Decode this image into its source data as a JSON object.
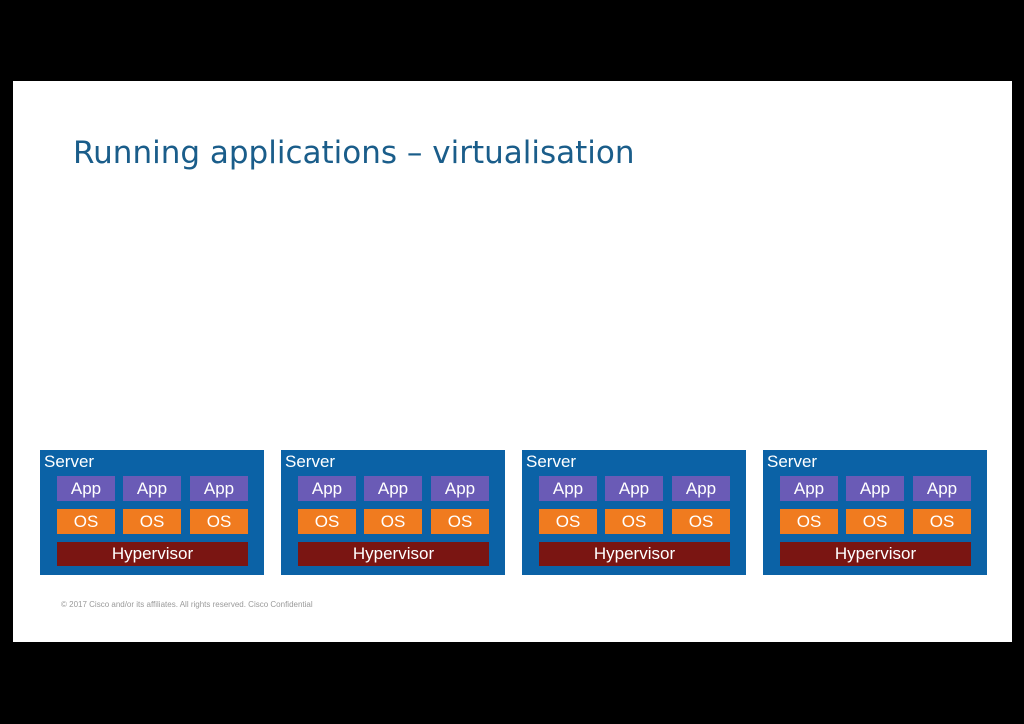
{
  "slide": {
    "title": "Running applications – virtualisation",
    "footer": "© 2017  Cisco and/or its affiliates. All rights reserved.   Cisco Confidential"
  },
  "colors": {
    "title": "#1a5d8a",
    "server": "#0b62a6",
    "app": "#6a5bb6",
    "os": "#f07b1f",
    "hypervisor": "#7a1512"
  },
  "servers": [
    {
      "label": "Server",
      "apps": [
        "App",
        "App",
        "App"
      ],
      "oses": [
        "OS",
        "OS",
        "OS"
      ],
      "hypervisor": "Hypervisor"
    },
    {
      "label": "Server",
      "apps": [
        "App",
        "App",
        "App"
      ],
      "oses": [
        "OS",
        "OS",
        "OS"
      ],
      "hypervisor": "Hypervisor"
    },
    {
      "label": "Server",
      "apps": [
        "App",
        "App",
        "App"
      ],
      "oses": [
        "OS",
        "OS",
        "OS"
      ],
      "hypervisor": "Hypervisor"
    },
    {
      "label": "Server",
      "apps": [
        "App",
        "App",
        "App"
      ],
      "oses": [
        "OS",
        "OS",
        "OS"
      ],
      "hypervisor": "Hypervisor"
    }
  ]
}
